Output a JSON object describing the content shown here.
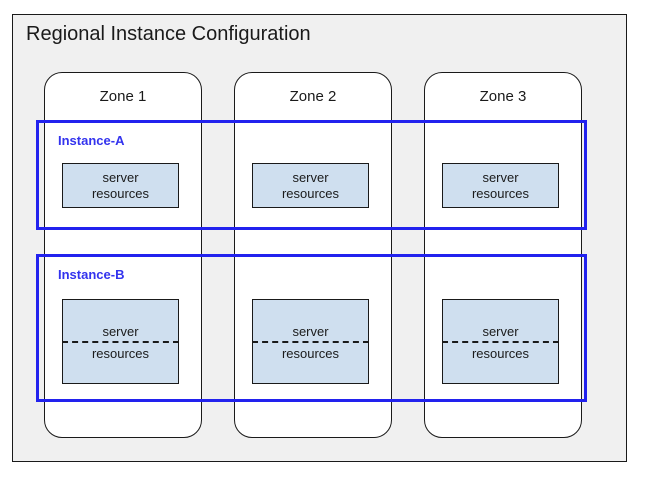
{
  "diagram": {
    "title": "Regional Instance Configuration",
    "background_color": "#f0f0f0",
    "border_color": "#1a1a1a",
    "accent_color": "#3333ee",
    "resource_fill_color": "#cfdfef"
  },
  "zones": [
    {
      "label": "Zone 1"
    },
    {
      "label": "Zone 2"
    },
    {
      "label": "Zone 3"
    }
  ],
  "instances": [
    {
      "label": "Instance-A",
      "style": "solid",
      "resources": [
        {
          "line1": "server",
          "line2": "resources"
        },
        {
          "line1": "server",
          "line2": "resources"
        },
        {
          "line1": "server",
          "line2": "resources"
        }
      ]
    },
    {
      "label": "Instance-B",
      "style": "dashed-split",
      "resources": [
        {
          "line1": "server",
          "line2": "resources"
        },
        {
          "line1": "server",
          "line2": "resources"
        },
        {
          "line1": "server",
          "line2": "resources"
        }
      ]
    }
  ]
}
